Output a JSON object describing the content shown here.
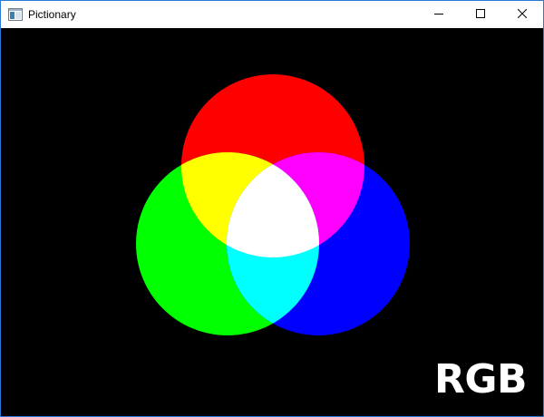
{
  "window": {
    "title": "Pictionary",
    "icon": "app-window-icon",
    "controls": [
      "minimize-icon",
      "maximize-icon",
      "close-icon"
    ]
  },
  "canvas": {
    "background": "#000000",
    "label": "RGB",
    "circles": [
      {
        "name": "red",
        "color": "#ff0000"
      },
      {
        "name": "green",
        "color": "#00ff00"
      },
      {
        "name": "blue",
        "color": "#0000ff"
      }
    ],
    "overlaps": [
      {
        "name": "red-green",
        "color": "#ffff00"
      },
      {
        "name": "red-blue",
        "color": "#ff00ff"
      },
      {
        "name": "green-blue",
        "color": "#00ffff"
      },
      {
        "name": "red-green-blue",
        "color": "#ffffff"
      }
    ]
  }
}
